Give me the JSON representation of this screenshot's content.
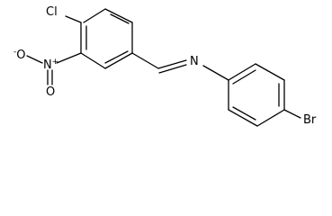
{
  "molecule": {
    "atoms": {
      "chlorine": "Cl",
      "nitrogen_imine": "N",
      "bromine": "Br",
      "nitro_n": "N",
      "nitro_n_charge": "+",
      "nitro_o_top": "O",
      "nitro_o_left": "O",
      "nitro_o_left_charge": "-"
    }
  }
}
